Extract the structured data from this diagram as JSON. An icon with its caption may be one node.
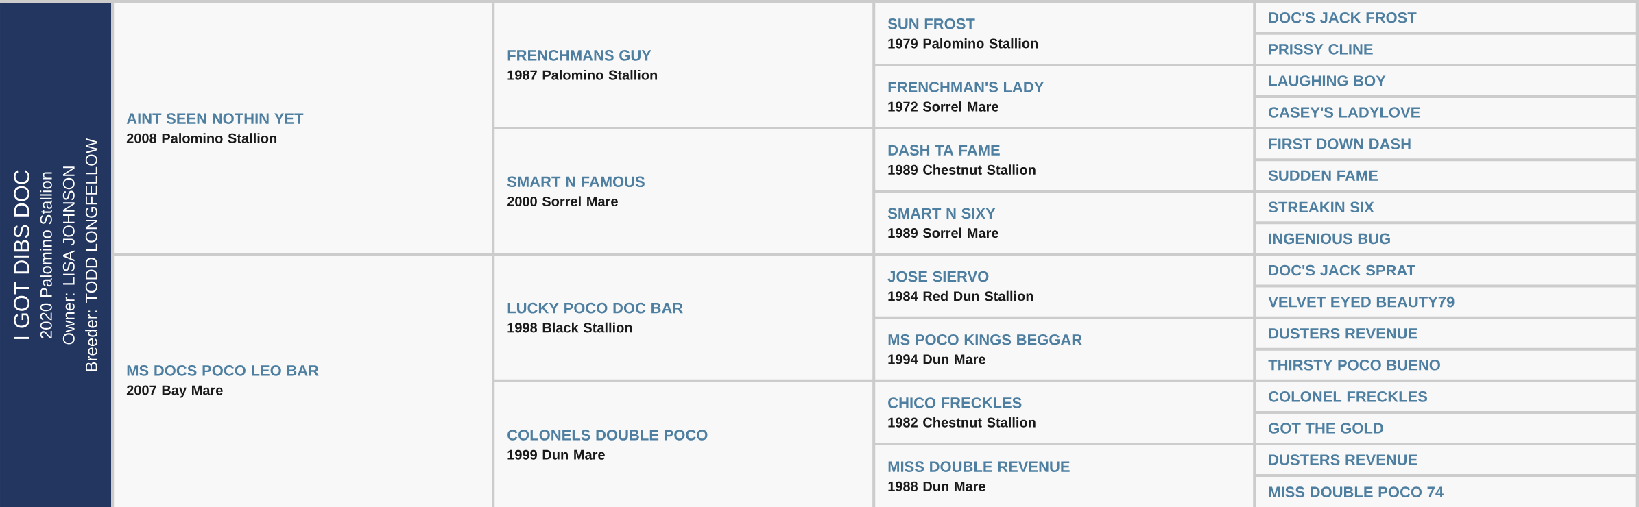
{
  "diagram": {
    "nodes": [
      {
        "text": [
          "I GOT DIBS DOC",
          "2020 Palomino Stallion",
          "Owner: LISA JOHNSON",
          "Breeder: TODD LONGFELLOW"
        ]
      },
      {
        "text": [
          "AINT SEEN NOTHIN YET",
          "2008 Palomino Stallion"
        ]
      },
      {
        "text": [
          "MS DOCS POCO LEO BAR",
          "2007 Bay Mare"
        ]
      },
      {
        "text": [
          "FRENCHMANS GUY",
          "1987 Palomino Stallion"
        ]
      },
      {
        "text": [
          "SMART N FAMOUS",
          "2000 Sorrel Mare"
        ]
      },
      {
        "text": [
          "LUCKY POCO DOC BAR",
          "1998 Black Stallion"
        ]
      },
      {
        "text": [
          "COLONELS DOUBLE POCO",
          "1999 Dun Mare"
        ]
      },
      {
        "text": [
          "SUN FROST",
          "1979 Palomino Stallion"
        ]
      },
      {
        "text": [
          "FRENCHMAN'S LADY",
          "1972 Sorrel Mare"
        ]
      },
      {
        "text": [
          "DASH TA FAME",
          "1989 Chestnut Stallion"
        ]
      },
      {
        "text": [
          "SMART N SIXY",
          "1989 Sorrel Mare"
        ]
      },
      {
        "text": [
          "JOSE SIERVO",
          "1984 Red Dun Stallion"
        ]
      },
      {
        "text": [
          "MS POCO KINGS BEGGAR",
          "1994 Dun Mare"
        ]
      },
      {
        "text": [
          "CHICO FRECKLES",
          "1982 Chestnut Stallion"
        ]
      },
      {
        "text": [
          "MISS DOUBLE REVENUE",
          "1988 Dun Mare"
        ]
      },
      {
        "text": [
          "DOC'S JACK FROST"
        ]
      },
      {
        "text": [
          "PRISSY CLINE"
        ]
      },
      {
        "text": [
          "LAUGHING BOY"
        ]
      },
      {
        "text": [
          "CASEY'S LADYLOVE"
        ]
      },
      {
        "text": [
          "FIRST DOWN DASH"
        ]
      },
      {
        "text": [
          "SUDDEN FAME"
        ]
      },
      {
        "text": [
          "STREAKIN SIX"
        ]
      },
      {
        "text": [
          "INGENIOUS BUG"
        ]
      },
      {
        "text": [
          "DOC'S JACK SPRAT"
        ]
      },
      {
        "text": [
          "VELVET EYED BEAUTY79"
        ]
      },
      {
        "text": [
          "DUSTERS REVENUE"
        ]
      },
      {
        "text": [
          "THIRSTY POCO BUENO"
        ]
      },
      {
        "text": [
          "COLONEL FRECKLES"
        ]
      },
      {
        "text": [
          "GOT THE GOLD"
        ]
      },
      {
        "text": [
          "DUSTERS REVENUE"
        ]
      },
      {
        "text": [
          "MISS DOUBLE POCO 74"
        ]
      }
    ]
  }
}
